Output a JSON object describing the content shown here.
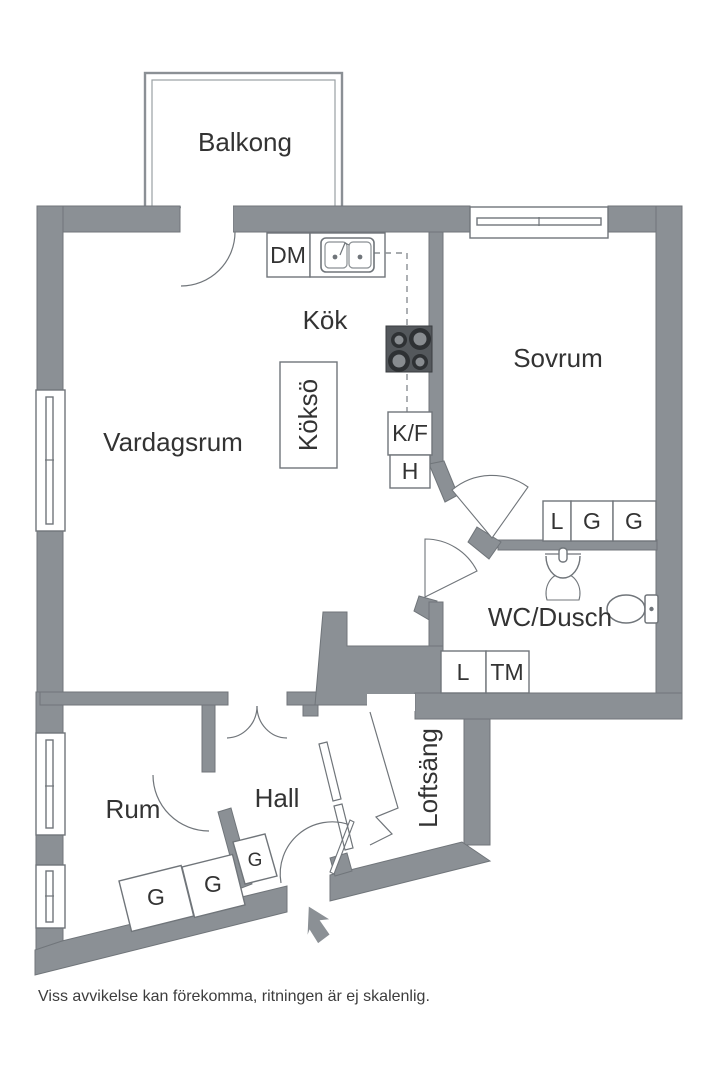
{
  "colors": {
    "wall": "#8b9095",
    "line": "#70757a",
    "text": "#333333"
  },
  "rooms": {
    "balcony": {
      "label": "Balkong"
    },
    "living_room": {
      "label": "Vardagsrum"
    },
    "kitchen": {
      "label": "Kök"
    },
    "kitchen_island": {
      "label": "Köksö"
    },
    "bedroom": {
      "label": "Sovrum"
    },
    "bathroom": {
      "label": "WC/Dusch"
    },
    "hall": {
      "label": "Hall"
    },
    "room": {
      "label": "Rum"
    },
    "loft_bed": {
      "label": "Loftsäng"
    }
  },
  "fixtures": {
    "dishwasher": "DM",
    "fridge_freezer": "K/F",
    "tall_cabinet": "H",
    "linen_closet": "L",
    "wardrobe": "G",
    "washing_machine": "TM"
  },
  "footer": {
    "disclaimer": "Viss avvikelse kan förekomma, ritningen är ej skalenlig."
  }
}
